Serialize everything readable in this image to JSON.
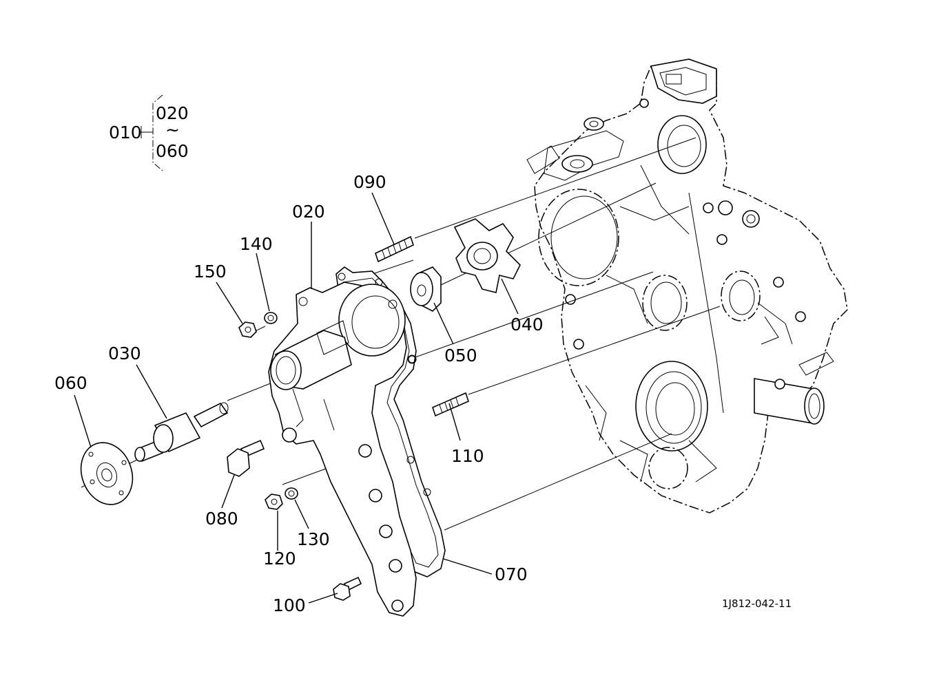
{
  "group": {
    "parent": "010",
    "range_start": "020",
    "range_sep": "~",
    "range_end": "060"
  },
  "callouts": [
    {
      "id": "c020",
      "text": "020"
    },
    {
      "id": "c030",
      "text": "030"
    },
    {
      "id": "c040",
      "text": "040"
    },
    {
      "id": "c050",
      "text": "050"
    },
    {
      "id": "c060",
      "text": "060"
    },
    {
      "id": "c070",
      "text": "070"
    },
    {
      "id": "c080",
      "text": "080"
    },
    {
      "id": "c090",
      "text": "090"
    },
    {
      "id": "c100",
      "text": "100"
    },
    {
      "id": "c110",
      "text": "110"
    },
    {
      "id": "c120",
      "text": "120"
    },
    {
      "id": "c130",
      "text": "130"
    },
    {
      "id": "c140",
      "text": "140"
    },
    {
      "id": "c150",
      "text": "150"
    }
  ],
  "figure_code": "1J812-042-11"
}
